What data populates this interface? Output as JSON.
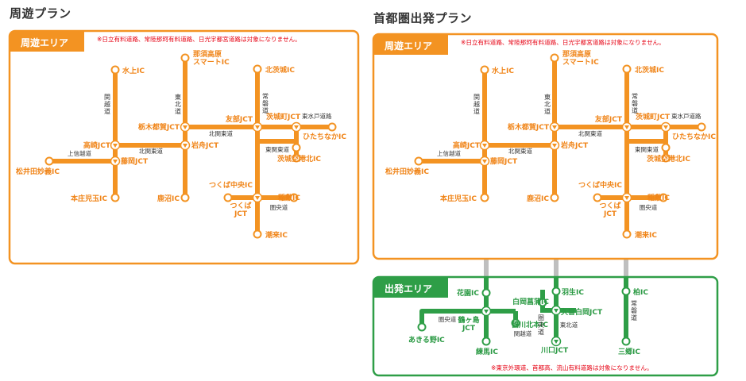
{
  "plans": [
    {
      "title": "周遊プラン",
      "area_tab": "周遊エリア",
      "note": "※日立有料道路、常陸那珂有料道路、日光宇都宮道路は対象になりません。"
    },
    {
      "title": "首都圏出発プラン",
      "area_tab": "周遊エリア",
      "note": "※日立有料道路、常陸那珂有料道路、日光宇都宮道路は対象になりません。",
      "departure_tab": "出発エリア",
      "departure_note": "※東京外環道、首都高、流山有料道路は対象になりません。"
    }
  ],
  "tour_map": {
    "nodes": {
      "minakami": "水上IC",
      "nasu": "那須高原\nスマートIC",
      "kitaibaraki": "北茨城IC",
      "tochigitsuga": "栃木都賀JCT",
      "tomobe": "友部JCT",
      "ibarakimachi": "茨城町JCT",
      "higashimito": "東水戸道路",
      "hitachinaka": "ひたちなかIC",
      "takasaki": "高崎JCT",
      "iwafune": "岩舟JCT",
      "fujioka": "藤岡JCT",
      "matsuida": "松井田妙義IC",
      "ibarakikuko": "茨城空港北IC",
      "tsukubachuo": "つくば中央IC",
      "inashiki": "稲敷IC",
      "tsukubajct": "つくば\nJCT",
      "honjo": "本庄児玉IC",
      "sano": "鹿沼IC",
      "itako": "潮来IC"
    },
    "roads": {
      "kanetsu": "関越道",
      "tohoku": "東北道",
      "joban": "常磐道",
      "kitakanto": "北関東道",
      "higashikanto": "東関東道",
      "joshinetsu": "上信越道",
      "kenodo": "圏央道"
    }
  },
  "departure_map": {
    "nodes": {
      "hanazono": "花園IC",
      "shiraoka": "白岡菖蒲IC",
      "hanyu": "羽生IC",
      "kashiwa": "柏IC",
      "kuki": "久喜白岡JCT",
      "tsurugashima": "鶴ヶ島\nJCT",
      "kenokawajima": "鶴川北本IC",
      "akiruno": "あきる野IC",
      "nerima": "練馬IC",
      "kawaguchi": "川口JCT",
      "misato": "三郷IC"
    },
    "roads": {
      "kenodo": "圏央道",
      "kanetsu": "関越道",
      "tohoku": "東北道",
      "joban": "常磐道"
    }
  },
  "colors": {
    "orange": "#f39322",
    "green": "#2e9e47",
    "orange_text": "#f08519",
    "green_text": "#2b9a44",
    "red_note": "#e60012",
    "connector": "#bfbfbf"
  }
}
